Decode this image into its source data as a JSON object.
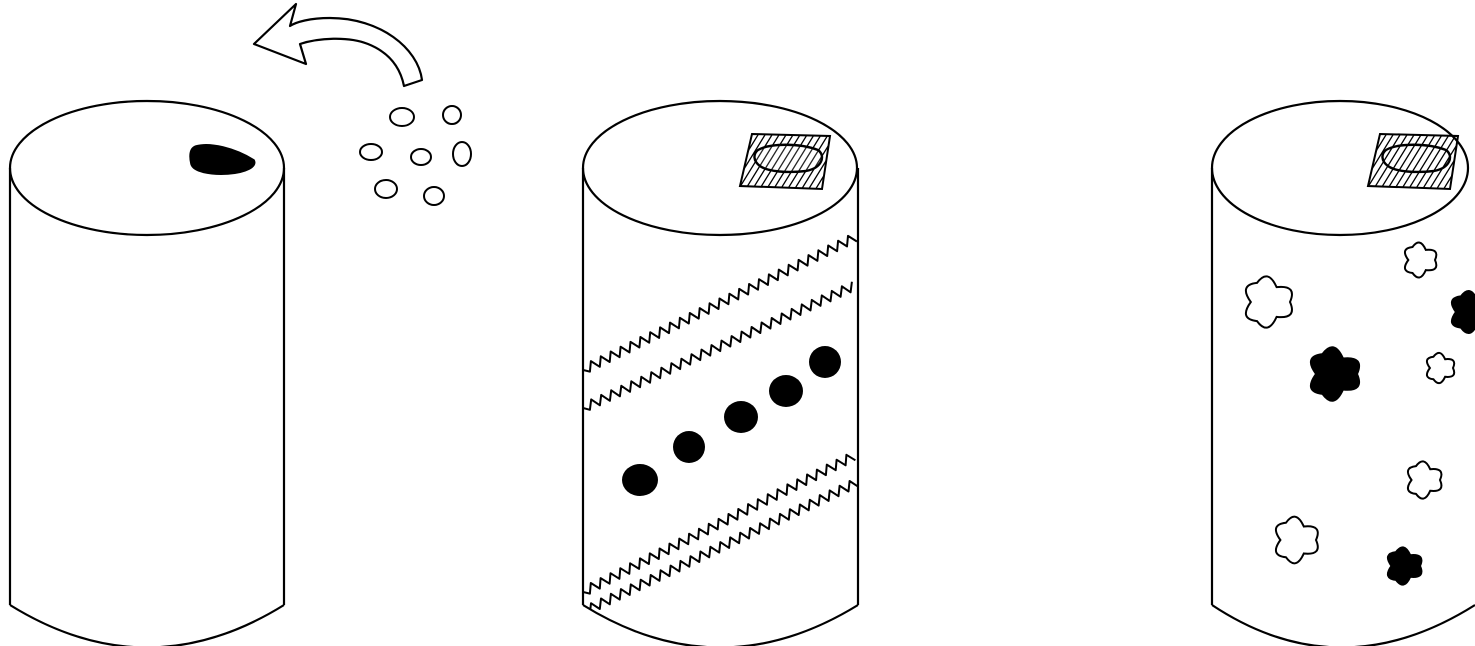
{
  "figure": {
    "background": "#ffffff",
    "ink": "#000000",
    "panels": [
      {
        "id": "cylinder-1",
        "top_mark": "solid-black-seed",
        "side_pattern": "none",
        "extras": [
          "curved-arrow",
          "scattered-small-circles"
        ],
        "small_circle_count": 7
      },
      {
        "id": "cylinder-2",
        "top_mark": "hatched-square-with-outlined-seed",
        "side_pattern": "diagonal-zigzag-bands-with-black-dots",
        "zigzag_line_count": 4,
        "black_dot_count": 5
      },
      {
        "id": "cylinder-3",
        "top_mark": "hatched-square-with-outlined-seed",
        "side_pattern": "cloud-blobs",
        "outline_blob_count": 5,
        "filled_blob_count": 3
      }
    ]
  }
}
